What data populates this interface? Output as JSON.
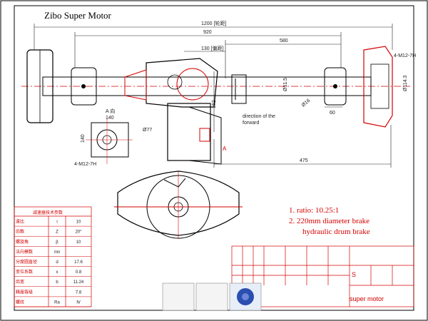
{
  "title": "Zibo Super Motor",
  "dimensions": {
    "overall": "1200 [轮距]",
    "inner": "920",
    "right_span": "580",
    "center": "130 [偏距]",
    "height": "162",
    "lower": "475",
    "side": "60",
    "dia_right": "Ø51.5",
    "dia_hub": "Ø114.3",
    "dia_disk": "Ø16"
  },
  "callouts": {
    "bolt_right": "4-M12-7H",
    "bolt_left": "4-M12-7H",
    "section": "A 向",
    "small": "140",
    "small_v": "140",
    "hole": "Ø77",
    "direction_1": "direction of the",
    "direction_2": "forward",
    "arrow_a": "A"
  },
  "notes": {
    "line1": "1. ratio:  10.25:1",
    "line2": "2.  220mm diameter brake",
    "line3": "hydraulic drum brake"
  },
  "table": {
    "header": "减速器技术参数",
    "rows": [
      [
        "速比",
        "i",
        "10"
      ],
      [
        "齿数",
        "Z",
        "20°"
      ],
      [
        "螺旋角",
        "β",
        "10"
      ],
      [
        "法向模数",
        "mn",
        ""
      ],
      [
        "分度圆直径",
        "d",
        "17.6"
      ],
      [
        "变位系数",
        "x",
        "0.8"
      ],
      [
        "齿宽",
        "b",
        "11.24"
      ],
      [
        "精度等级",
        "",
        "7.8"
      ],
      [
        "螺纹",
        "Ra",
        "Ⅳ"
      ]
    ]
  },
  "titleblock": {
    "company": "super motor",
    "mark": "S"
  }
}
